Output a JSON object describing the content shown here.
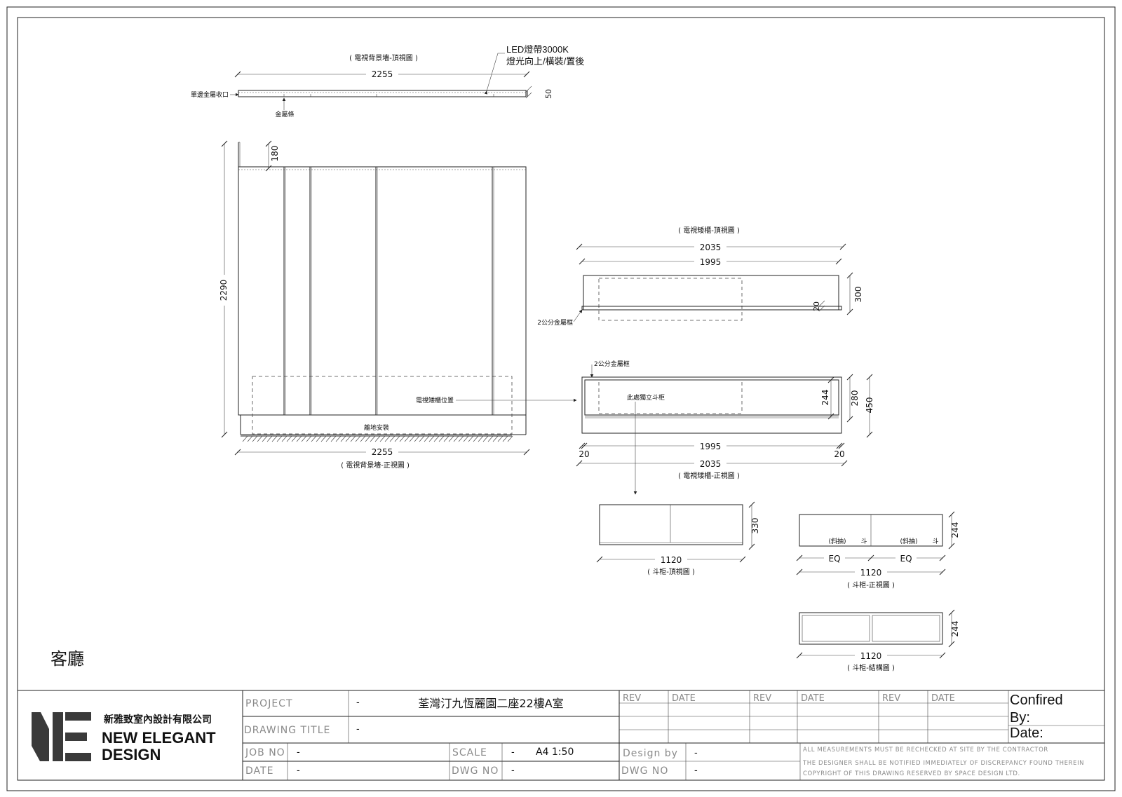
{
  "room_label": "客廳",
  "tv_wall": {
    "top_caption": "( 電視背景墻-頂視圖 )",
    "front_caption": "( 電視背景墻-正視圖 )",
    "width": "2255",
    "depth": "50",
    "height": "2290",
    "top_strip": "180",
    "led_note_1": "LED燈帶3000K",
    "led_note_2": "燈光向上/橫裝/置後",
    "edge_note": "單邊金屬收口",
    "strip_note": "金屬條",
    "cabinet_pos_note": "電視矮櫃位置",
    "floor_note": "離地安裝"
  },
  "tv_cabinet": {
    "top_caption": "( 電視矮櫃-頂視圖 )",
    "front_caption": "( 電視矮櫃-正視圖 )",
    "outer_width": "2035",
    "inner_width": "1995",
    "depth": "300",
    "frame_thk": "20",
    "frame_note": "2公分金屬框",
    "inner_h": "244",
    "mid_h": "280",
    "total_h": "450",
    "side_thk_left": "20",
    "side_thk_right": "20",
    "drawer_note": "此處獨立斗柜"
  },
  "drawer": {
    "top_caption": "( 斗柜-頂視圖 )",
    "front_caption": "( 斗柜-正視圖 )",
    "struct_caption": "( 斗柜-結構圖 )",
    "width": "1120",
    "depth": "330",
    "height": "244",
    "eq": "EQ",
    "slant_label": "(斜抽)",
    "dou": "斗"
  },
  "title_block": {
    "company_cn": "新雅致室內設計有限公司",
    "company_en_1": "NEW ELEGANT",
    "company_en_2": "DESIGN",
    "project_label": "PROJECT",
    "project_value": "荃灣汀九恆麗園二座22樓A室",
    "drawing_title_label": "DRAWING TITLE",
    "job_no_label": "JOB NO",
    "date_label": "DATE",
    "scale_label": "SCALE",
    "scale_value": "A4 1:50",
    "dwg_no_label": "DWG NO",
    "design_by_label": "Design by",
    "rev_label": "REV",
    "rev_date_label": "DATE",
    "dash": "-",
    "confirmed_by_1": "Confired",
    "confirmed_by_2": "By:",
    "date_field": "Date:",
    "note_1": "ALL MEASUREMENTS MUST BE RECHECKED AT SITE BY THE CONTRACTOR",
    "note_2": "THE DESIGNER SHALL BE NOTIFIED IMMEDIATELY OF DISCREPANCY FOUND THEREIN",
    "note_3": "COPYRIGHT OF THIS DRAWING RESERVED BY SPACE DESIGN LTD."
  }
}
